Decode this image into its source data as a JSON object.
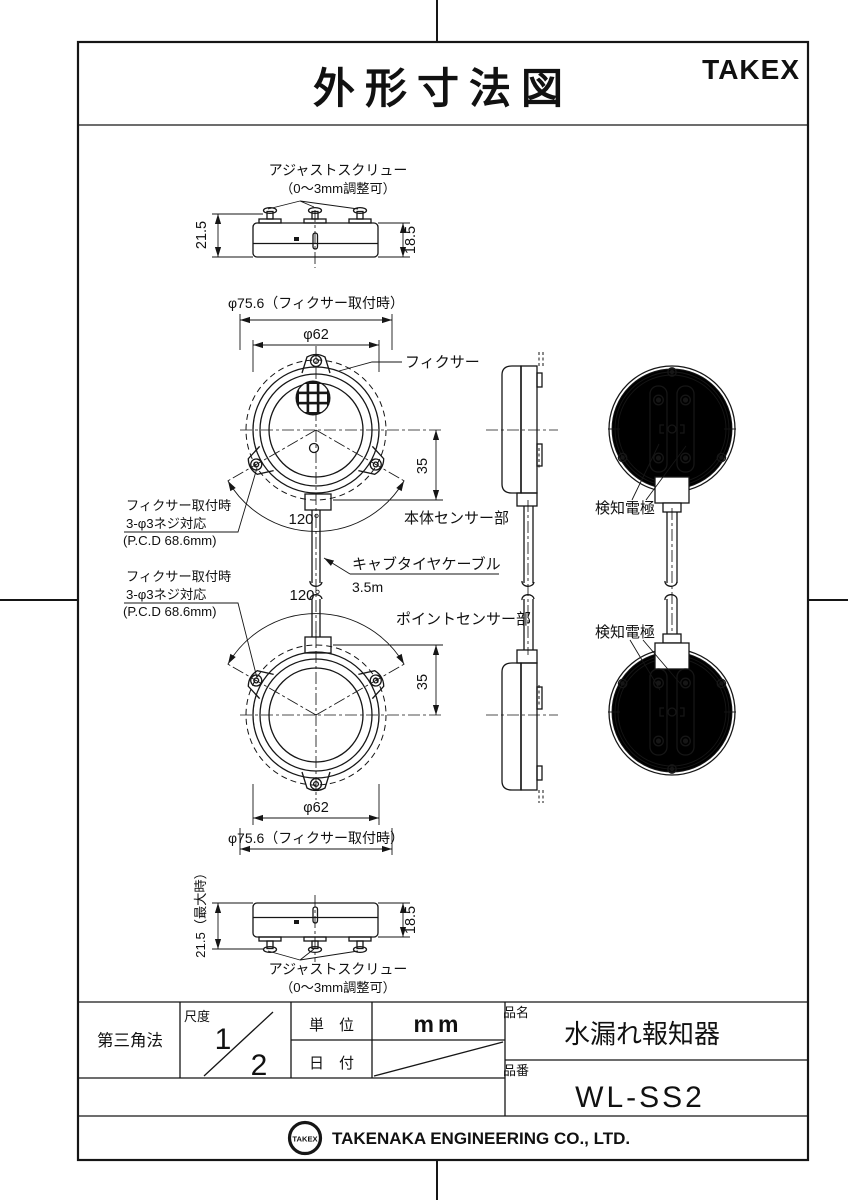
{
  "page": {
    "title": "外形寸法図",
    "brand": "TAKEX"
  },
  "side_view_top": {
    "screw_label_1": "アジャストスクリュー",
    "screw_label_2": "（0～3mm調整可）",
    "height_total": "21.5",
    "height_body": "18.5"
  },
  "main_sensor": {
    "dia_fixer": "φ75.6（フィクサー取付時）",
    "dia_body": "φ62",
    "fixer_label": "フィクサー",
    "offset_dim": "35",
    "angle": "120°",
    "name": "本体センサー部",
    "screw_note_1": "フィクサー取付時",
    "screw_note_2": "3-φ3ネジ対応",
    "screw_note_3": "(P.C.D 68.6mm)"
  },
  "cable": {
    "name": "キャブタイヤケーブル",
    "length": "3.5m"
  },
  "point_sensor": {
    "angle": "120°",
    "name": "ポイントセンサー部",
    "offset_dim": "35",
    "dia_body": "φ62",
    "dia_fixer": "φ75.6（フィクサー取付時）",
    "screw_note_1": "フィクサー取付時",
    "screw_note_2": "3-φ3ネジ対応",
    "screw_note_3": "(P.C.D 68.6mm)"
  },
  "back_view_top": {
    "electrode_label": "検知電極"
  },
  "back_view_bottom": {
    "electrode_label": "検知電極"
  },
  "side_view_bottom": {
    "screw_label_1": "アジャストスクリュー",
    "screw_label_2": "（0～3mm調整可）",
    "height_total": "21.5（最大時）",
    "height_body": "18.5"
  },
  "title_block": {
    "projection": "第三角法",
    "scale_label": "尺度",
    "scale_numerator": "1",
    "scale_denominator": "2",
    "unit_label": "単　位",
    "unit_value": "mm",
    "date_label": "日　付",
    "product_name_label": "品名",
    "product_name": "水漏れ報知器",
    "product_code_label": "品番",
    "product_code": "WL-SS2"
  },
  "footer": {
    "logo_text": "TAKEX",
    "company": "TAKENAKA ENGINEERING CO., LTD."
  }
}
